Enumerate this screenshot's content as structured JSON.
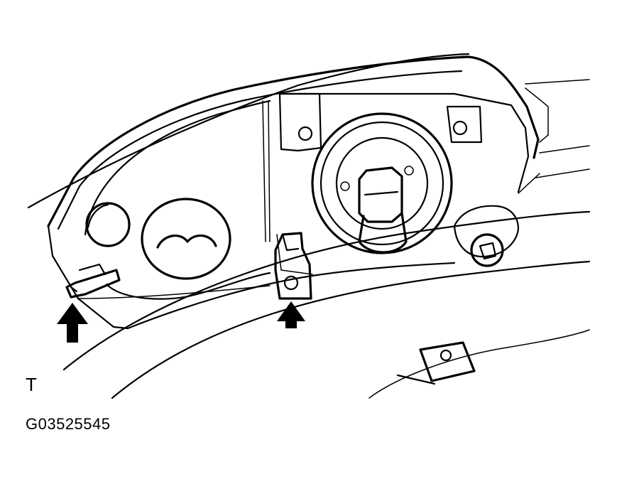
{
  "figure": {
    "view_letter": "T",
    "figure_id": "G03525545"
  },
  "colors": {
    "ink": "#000000",
    "paper": "#ffffff"
  },
  "arrows": [
    {
      "name": "left-mounting-clip-arrow",
      "direction": "up"
    },
    {
      "name": "center-mounting-bolt-arrow",
      "direction": "up"
    }
  ]
}
